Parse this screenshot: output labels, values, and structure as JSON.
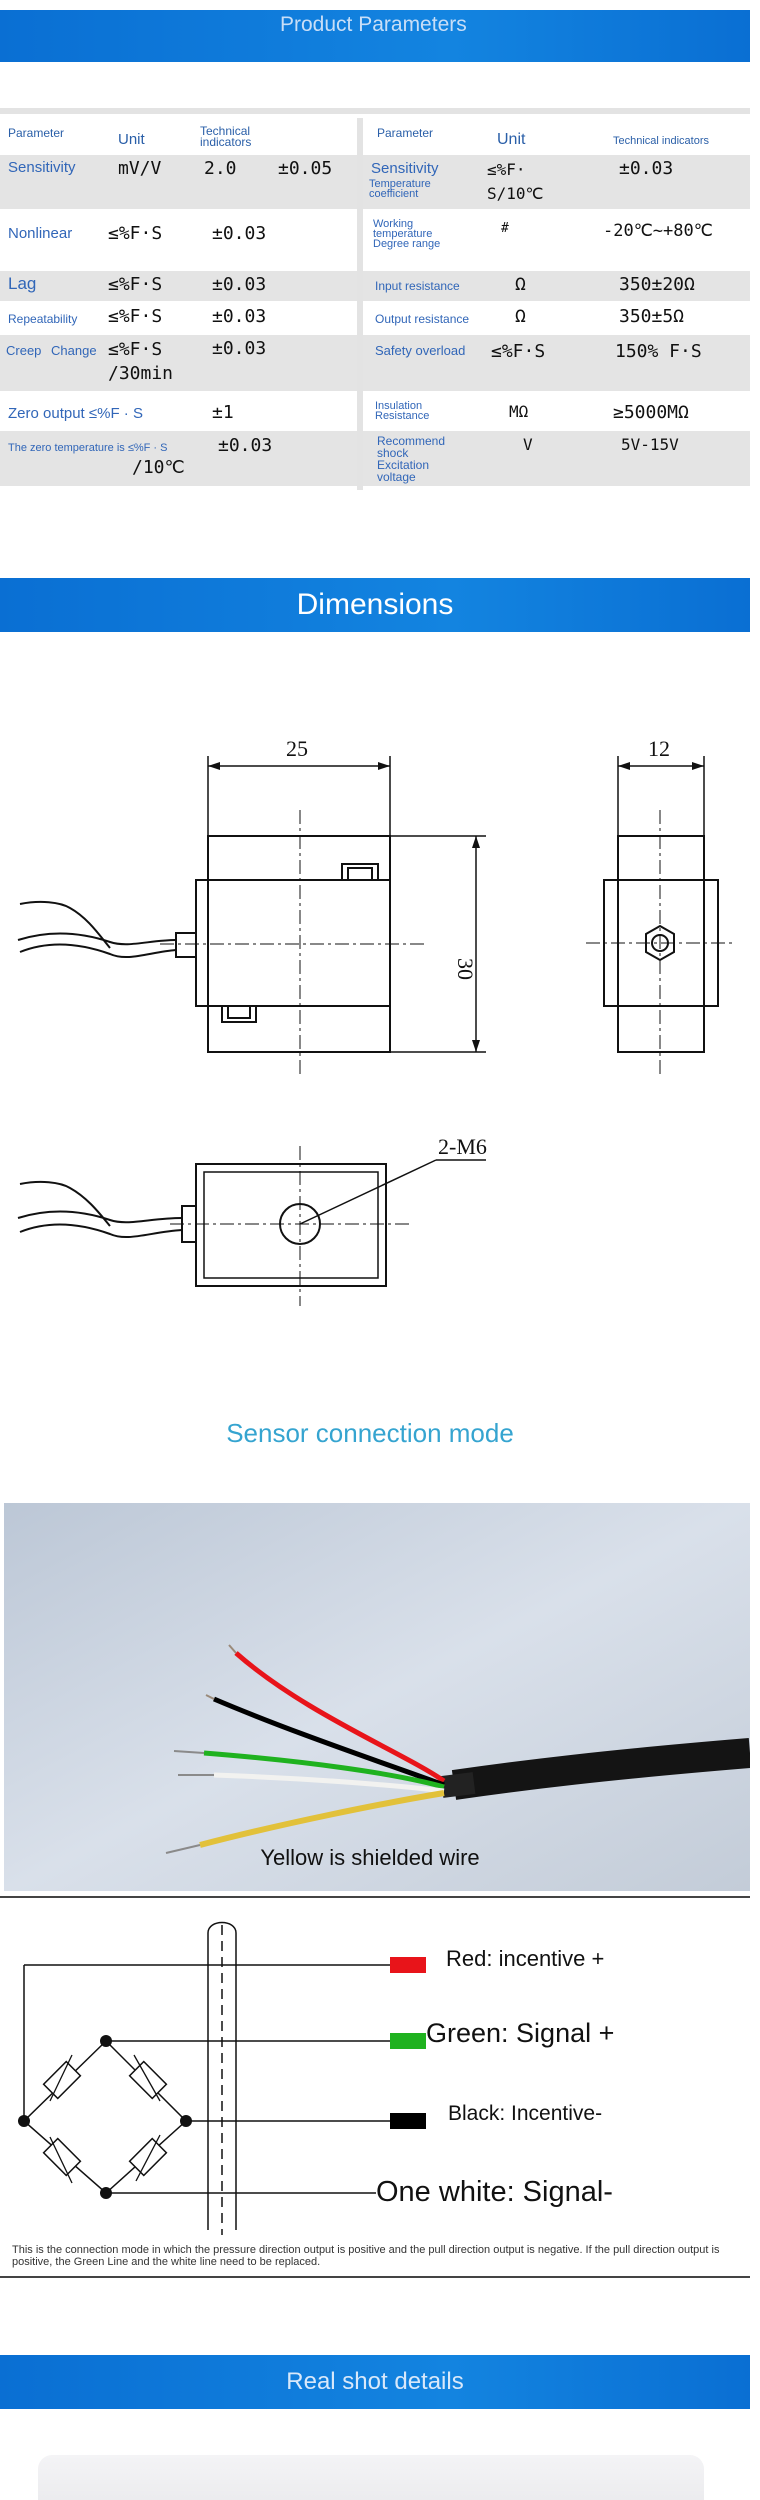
{
  "banners": {
    "params": "Product Parameters",
    "dimensions": "Dimensions",
    "real": "Real shot details"
  },
  "table_left": {
    "headers": [
      "Parameter",
      "Unit",
      "Technical indicators"
    ],
    "rows": [
      {
        "param": "Sensitivity",
        "unit": "mV/V",
        "v1": "2.0",
        "v2": "±0.05"
      },
      {
        "param": "Nonlinear",
        "unit": "≤%F·S",
        "v1": "±0.03"
      },
      {
        "param": "Lag",
        "unit": "≤%F·S",
        "v1": "±0.03"
      },
      {
        "param": "Repeatability",
        "unit": "≤%F·S",
        "v1": "±0.03"
      },
      {
        "param": "Creep Change",
        "unit": "≤%F·S /30min",
        "v1": "±0.03"
      },
      {
        "param": "Zero output ≤%F · S",
        "v1": "±1"
      },
      {
        "param": "The zero temperature is ≤%F · S",
        "unit": "/10℃",
        "v1": "±0.03"
      }
    ]
  },
  "table_right": {
    "headers": [
      "Parameter",
      "Unit",
      "Technical indicators"
    ],
    "rows": [
      {
        "param": "Sensitivity",
        "param2": "Temperature coefficient",
        "unit": "≤%F· S/10℃",
        "value": "±0.03"
      },
      {
        "param": "Working temperature Degree range",
        "unit": "#",
        "value": "-20℃~+80℃"
      },
      {
        "param": "Input resistance",
        "unit": "Ω",
        "value": "350±20Ω"
      },
      {
        "param": "Output resistance",
        "unit": "Ω",
        "value": "350±5Ω"
      },
      {
        "param": "Safety overload",
        "unit": "≤%F·S",
        "value": "150% F·S"
      },
      {
        "param": "Insulation Resistance",
        "unit": "MΩ",
        "value": "≥5000MΩ"
      },
      {
        "param": "Recommend shock Excitation voltage",
        "unit": "V",
        "value": "5V-15V"
      }
    ]
  },
  "drawing": {
    "dim_width": "25",
    "dim_depth": "12",
    "dim_height": "30",
    "thread": "2-M6"
  },
  "connection": {
    "title": "Sensor connection mode",
    "photo_caption": "Yellow is shielded wire",
    "wires": [
      {
        "label": "Red: incentive +",
        "color": "#e8141a"
      },
      {
        "label": "Green: Signal +",
        "color": "#1fb21f"
      },
      {
        "label": "Black: Incentive-",
        "color": "#000000"
      },
      {
        "label": "One white: Signal-",
        "color": "#ffffff"
      }
    ],
    "note": "This is the connection mode in which the pressure direction output is positive and the pull direction output is negative. If the pull direction output is positive, the Green Line and the white line need to be replaced."
  }
}
